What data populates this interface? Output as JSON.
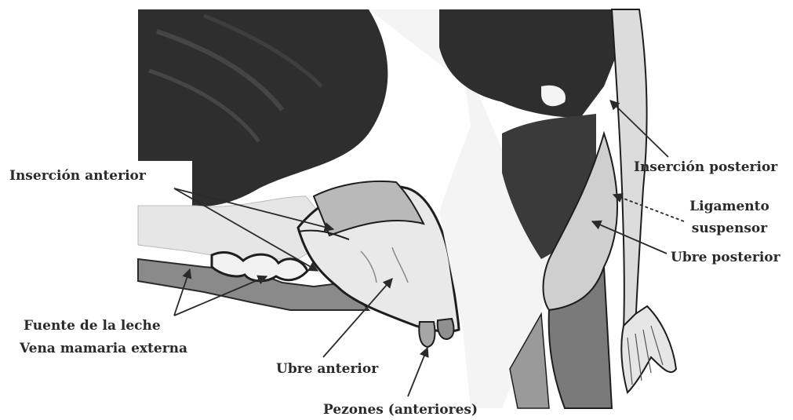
{
  "labels": {
    "insercion_anterior": "Inserción anterior",
    "insercion_posterior": "Inserción posterior",
    "ligamento_line1": "Ligamento",
    "ligamento_line2": "suspensor",
    "ubre_posterior": "Ubre posterior",
    "fuente_leche": "Fuente de la leche",
    "vena_mamaria": "Vena mamaria externa",
    "ubre_anterior": "Ubre anterior",
    "pezones": "Pezones (anteriores)"
  },
  "colors": {
    "dark_patch": "#2e2e2e",
    "mid_gray": "#6e6e6e",
    "light_gray": "#c9c9c9",
    "skin": "#ededed",
    "outline": "#1e1e1e",
    "text": "#2a2a2a"
  }
}
